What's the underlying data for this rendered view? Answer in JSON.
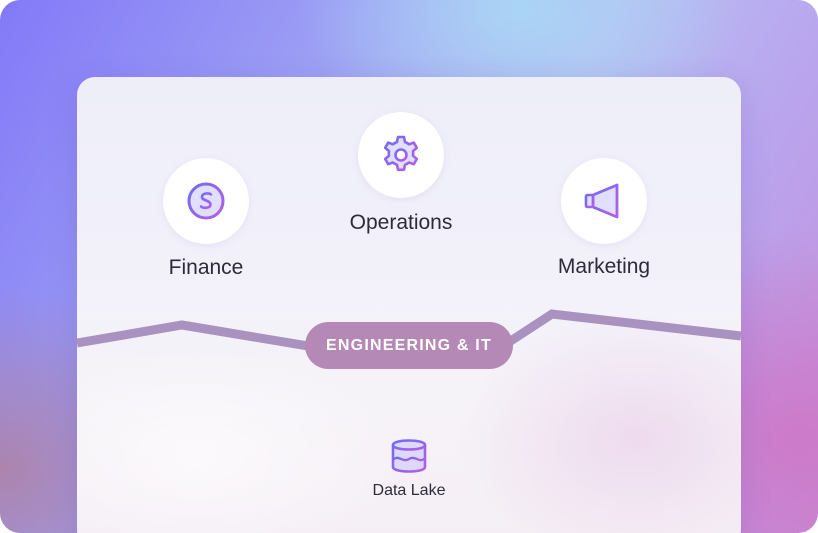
{
  "departments": [
    {
      "label": "Finance",
      "icon": "dollar-coin-icon"
    },
    {
      "label": "Operations",
      "icon": "gear-icon"
    },
    {
      "label": "Marketing",
      "icon": "megaphone-icon"
    }
  ],
  "band": {
    "label": "ENGINEERING & IT"
  },
  "storage": {
    "label": "Data Lake",
    "icon": "database-icon"
  },
  "colors": {
    "icon_gradient_start": "#6f6cf5",
    "icon_gradient_end": "#b45ee6",
    "band": "#b489b5",
    "divider_line": "#a992c0",
    "label_text": "#2b2b3a"
  }
}
